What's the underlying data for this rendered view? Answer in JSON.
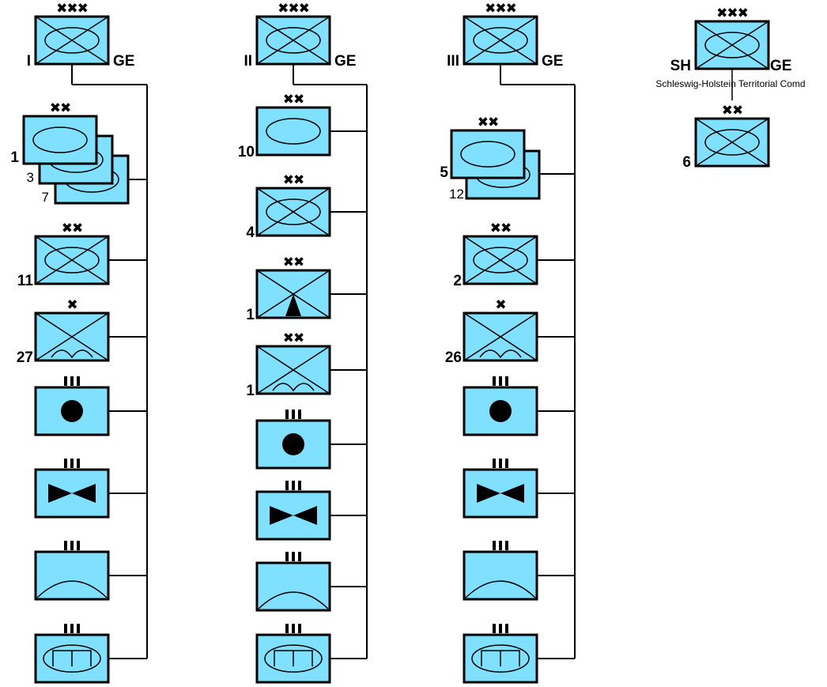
{
  "colors": {
    "unit_fill": "#80e0ff",
    "stroke": "#000000"
  },
  "echelons": {
    "corps": "xxx",
    "division": "xx",
    "brigade": "x",
    "regiment": "III"
  },
  "columns": [
    {
      "hq": {
        "number": "I",
        "country": "GE",
        "echelon": "corps",
        "icon": "armored-infantry"
      },
      "subordinates": [
        {
          "kind": "stack",
          "echelon": "division",
          "icon": "armor",
          "numbers": [
            "1",
            "3",
            "7"
          ]
        },
        {
          "kind": "unit",
          "echelon": "division",
          "icon": "armored-infantry",
          "number": "11"
        },
        {
          "kind": "unit",
          "echelon": "brigade",
          "icon": "airborne-infantry",
          "number": "27"
        },
        {
          "kind": "unit",
          "echelon": "regiment",
          "icon": "artillery",
          "number": ""
        },
        {
          "kind": "unit",
          "echelon": "regiment",
          "icon": "anti-aircraft",
          "number": ""
        },
        {
          "kind": "unit",
          "echelon": "regiment",
          "icon": "aviation",
          "number": ""
        },
        {
          "kind": "unit",
          "echelon": "regiment",
          "icon": "armored-signal",
          "number": ""
        }
      ]
    },
    {
      "hq": {
        "number": "II",
        "country": "GE",
        "echelon": "corps",
        "icon": "armored-infantry"
      },
      "subordinates": [
        {
          "kind": "unit",
          "echelon": "division",
          "icon": "armor",
          "number": "10"
        },
        {
          "kind": "unit",
          "echelon": "division",
          "icon": "armored-infantry",
          "number": "4"
        },
        {
          "kind": "unit",
          "echelon": "division",
          "icon": "mountain-infantry",
          "number": "1"
        },
        {
          "kind": "unit",
          "echelon": "division",
          "icon": "airborne-infantry",
          "number": "1"
        },
        {
          "kind": "unit",
          "echelon": "regiment",
          "icon": "artillery",
          "number": ""
        },
        {
          "kind": "unit",
          "echelon": "regiment",
          "icon": "anti-aircraft",
          "number": ""
        },
        {
          "kind": "unit",
          "echelon": "regiment",
          "icon": "aviation",
          "number": ""
        },
        {
          "kind": "unit",
          "echelon": "regiment",
          "icon": "armored-signal",
          "number": ""
        }
      ]
    },
    {
      "hq": {
        "number": "III",
        "country": "GE",
        "echelon": "corps",
        "icon": "armored-infantry"
      },
      "subordinates": [
        {
          "kind": "stack",
          "echelon": "division",
          "icon": "armor",
          "numbers": [
            "5",
            "12"
          ]
        },
        {
          "kind": "unit",
          "echelon": "division",
          "icon": "armored-infantry",
          "number": "2"
        },
        {
          "kind": "unit",
          "echelon": "brigade",
          "icon": "airborne-infantry",
          "number": "26"
        },
        {
          "kind": "unit",
          "echelon": "regiment",
          "icon": "artillery",
          "number": ""
        },
        {
          "kind": "unit",
          "echelon": "regiment",
          "icon": "anti-aircraft",
          "number": ""
        },
        {
          "kind": "unit",
          "echelon": "regiment",
          "icon": "aviation",
          "number": ""
        },
        {
          "kind": "unit",
          "echelon": "regiment",
          "icon": "armored-signal",
          "number": ""
        }
      ]
    },
    {
      "hq": {
        "number": "SH",
        "country": "GE",
        "echelon": "corps",
        "icon": "armored-infantry",
        "note": "Schleswig-Holstein Territorial Comd"
      },
      "subordinates": [
        {
          "kind": "unit",
          "echelon": "division",
          "icon": "armored-infantry",
          "number": "6"
        }
      ]
    }
  ]
}
